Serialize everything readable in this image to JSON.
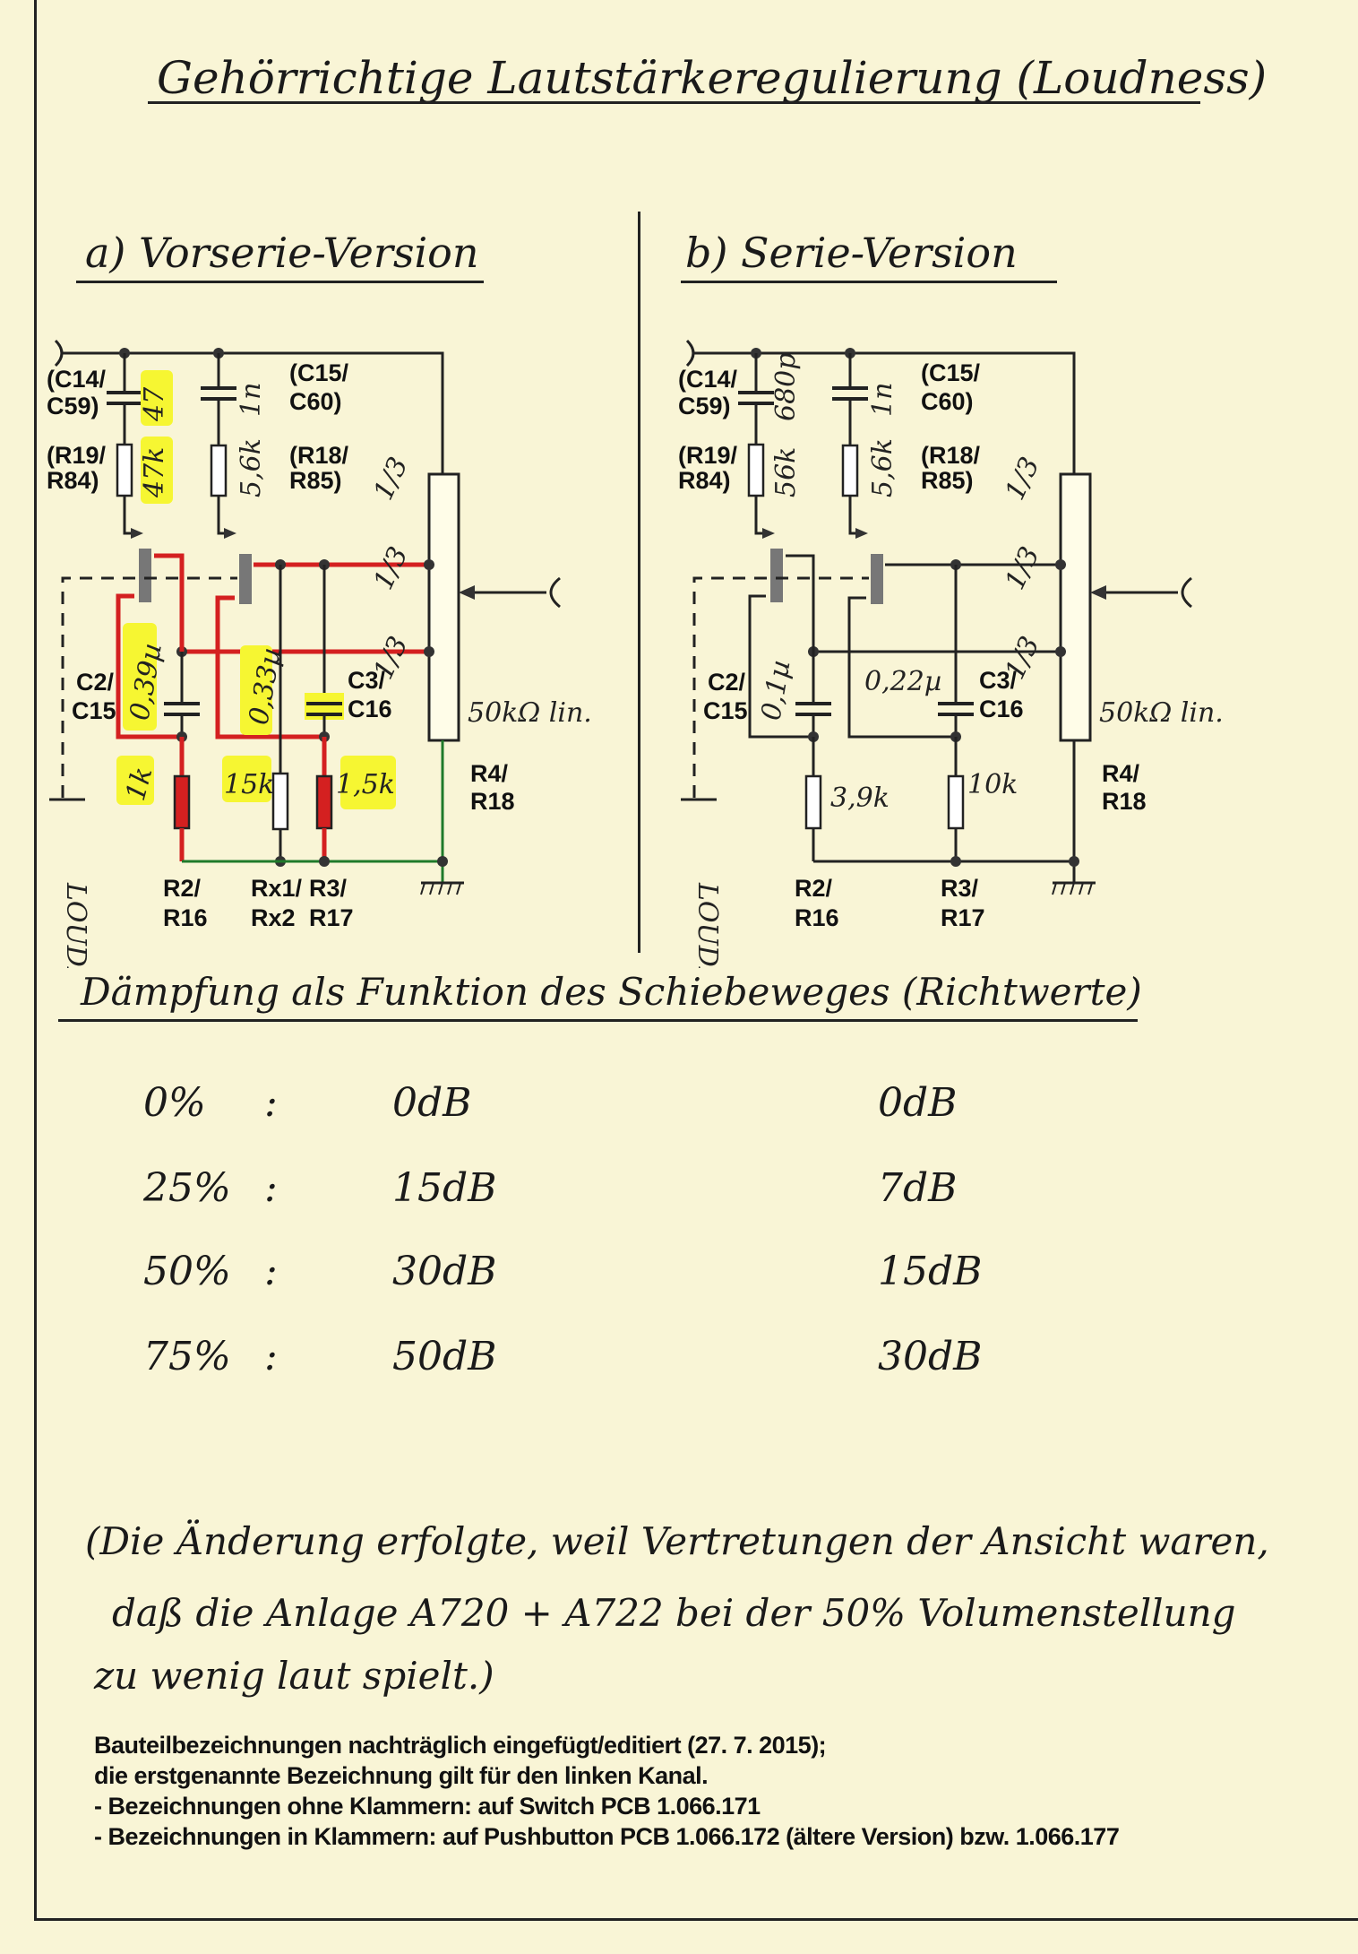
{
  "title": "Gehörrichtige Lautstärkeregulierung (Loudness)",
  "sections": {
    "a": "a) Vorserie-Version",
    "b": "b) Serie-Version"
  },
  "circuits": [
    {
      "id": "vorserie",
      "labels": {
        "c14": [
          "(C14/",
          "C59)"
        ],
        "r19": [
          "(R19/",
          "R84)"
        ],
        "c15": [
          "(C15/",
          "C60)"
        ],
        "r18": [
          "(R18/",
          "R85)"
        ],
        "c2": [
          "C2/",
          "C15"
        ],
        "c3": [
          "C3/",
          "C16"
        ],
        "r4": [
          "R4/",
          "R18"
        ],
        "r2": [
          "R2/",
          "R16"
        ],
        "rx": [
          "Rx1/",
          "Rx2"
        ],
        "r3": [
          "R3/",
          "R17"
        ]
      },
      "values": {
        "c14": "47",
        "r19": "47k",
        "c15": "1n",
        "r18": "5,6k",
        "c2": "0,39µ",
        "c3": "0,33µ",
        "r2": "1k",
        "rx": "15k",
        "r3": "1,5k",
        "pot": "50kΩ lin.",
        "tap": "1/3"
      },
      "switch_label": "LOUDN."
    },
    {
      "id": "serie",
      "labels": {
        "c14": [
          "(C14/",
          "C59)"
        ],
        "r19": [
          "(R19/",
          "R84)"
        ],
        "c15": [
          "(C15/",
          "C60)"
        ],
        "r18": [
          "(R18/",
          "R85)"
        ],
        "c2": [
          "C2/",
          "C15"
        ],
        "c3": [
          "C3/",
          "C16"
        ],
        "r4": [
          "R4/",
          "R18"
        ],
        "r2": [
          "R2/",
          "R16"
        ],
        "r3": [
          "R3/",
          "R17"
        ]
      },
      "values": {
        "c14": "680p",
        "r19": "56k",
        "c15": "1n",
        "r18": "5,6k",
        "c2": "0,1µ",
        "c3": "0,22µ",
        "r2": "3,9k",
        "r3": "10k",
        "pot": "50kΩ lin.",
        "tap": "1/3"
      },
      "switch_label": "LOUDN."
    }
  ],
  "colors": {
    "modified": "#d42020",
    "highlight": "#f6f632",
    "ground_mod": "#1f7a2a"
  },
  "attenuation": {
    "heading": "Dämpfung als Funktion des Schiebeweges (Richtwerte)",
    "rows": [
      {
        "pos": "0%",
        "sep": ":",
        "vorserie": "0dB",
        "serie": "0dB"
      },
      {
        "pos": "25%",
        "sep": ":",
        "vorserie": "15dB",
        "serie": "7dB"
      },
      {
        "pos": "50%",
        "sep": ":",
        "vorserie": "30dB",
        "serie": "15dB"
      },
      {
        "pos": "75%",
        "sep": ":",
        "vorserie": "50dB",
        "serie": "30dB"
      }
    ]
  },
  "note": [
    "(Die Änderung erfolgte, weil Vertretungen der Ansicht waren,",
    "daß die Anlage A720 + A722 bei der 50% Volumenstellung",
    "zu wenig laut spielt.)"
  ],
  "footer": [
    "Bauteilbezeichnungen nachträglich eingefügt/editiert (27. 7. 2015);",
    "die erstgenannte Bezeichnung gilt für den linken Kanal.",
    "- Bezeichnungen ohne Klammern: auf Switch PCB 1.066.171",
    "- Bezeichnungen in Klammern: auf Pushbutton PCB 1.066.172 (ältere Version) bzw. 1.066.177"
  ]
}
